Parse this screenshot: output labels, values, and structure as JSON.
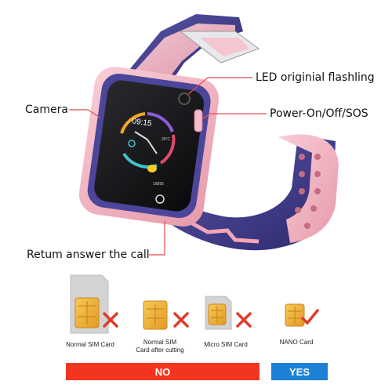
{
  "callouts": {
    "led": "LED originial flashling",
    "power": "Power-On/Off/SOS",
    "camera": "Camera",
    "return_call": "Retum answer the call"
  },
  "watch_screen": {
    "time": "09:15",
    "temperature": "26°C",
    "steps": "16895"
  },
  "sim_cards": [
    {
      "caption_lines": [
        "Normal SIM Card"
      ],
      "status": "cross"
    },
    {
      "caption_lines": [
        "Normal SIM",
        "Card after cutting"
      ],
      "status": "cross"
    },
    {
      "caption_lines": [
        "Micro SIM Card"
      ],
      "status": "cross"
    },
    {
      "caption_lines": [
        "NANO Card"
      ],
      "status": "check"
    }
  ],
  "bars": {
    "no_label": "NO",
    "yes_label": "YES"
  },
  "colors": {
    "no": "#f2351f",
    "yes": "#1d82d6",
    "strap_pink": "#f2b8c4",
    "strap_purple": "#3f3a86",
    "chip_gold": "#f0b43a"
  }
}
